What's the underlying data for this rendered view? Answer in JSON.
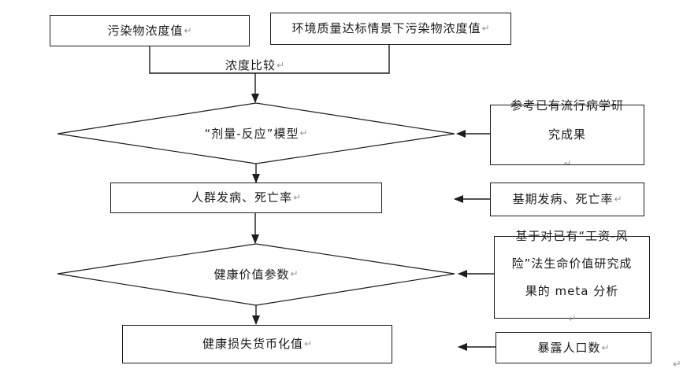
{
  "flowchart": {
    "nodes": {
      "pollutant": {
        "label": "污染物浓度值"
      },
      "scenario": {
        "label": "环境质量达标情景下污染物浓度值"
      },
      "comparison": {
        "label": "浓度比较"
      },
      "dose_response": {
        "label": "“剂量-反应”模型"
      },
      "morbidity": {
        "label": "人群发病、死亡率"
      },
      "health_value": {
        "label": "健康价值参数"
      },
      "monetized": {
        "label": "健康损失货币化值"
      },
      "epidemiology": {
        "lines": [
          "参考已有流行病学研",
          "究成果"
        ]
      },
      "baseline": {
        "label": "基期发病、死亡率"
      },
      "meta": {
        "lines": [
          "基于对已有“工资-风",
          "险”法生命价值研究成",
          "果的 meta 分析"
        ]
      },
      "population": {
        "label": "暴露人口数"
      }
    },
    "marks": {
      "return_mark": "↵"
    },
    "colors": {
      "line": "#1c1c1c",
      "text": "#1a1a1a",
      "background": "#ffffff",
      "mark_color": "#8e93a6"
    },
    "edges": [
      {
        "from": "pollutant",
        "to": "comparison-junction"
      },
      {
        "from": "scenario",
        "to": "comparison-junction"
      },
      {
        "from": "comparison-junction",
        "to": "dose_response"
      },
      {
        "from": "dose_response",
        "to": "morbidity"
      },
      {
        "from": "morbidity",
        "to": "health_value"
      },
      {
        "from": "health_value",
        "to": "monetized"
      },
      {
        "from": "epidemiology",
        "to": "dose_response"
      },
      {
        "from": "baseline",
        "to": "morbidity"
      },
      {
        "from": "meta",
        "to": "health_value"
      },
      {
        "from": "population",
        "to": "monetized"
      }
    ]
  }
}
